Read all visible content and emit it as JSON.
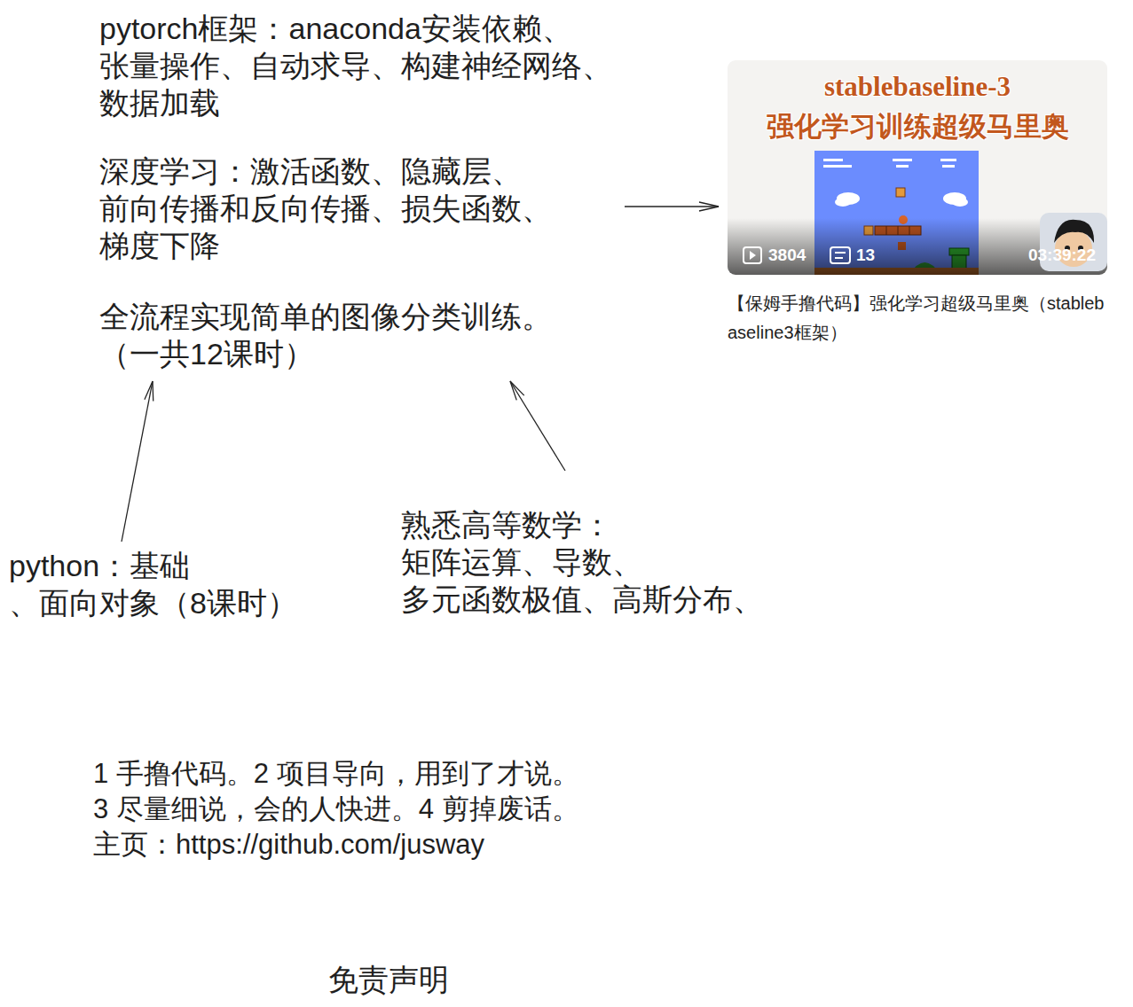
{
  "diagram": {
    "nodes": [
      {
        "text": [
          "pytorch框架：anaconda安装依赖、 张量操作、自动求导、构建神经网络、 数据加载",
          "深度学习：激活函数、隐藏层、 前向传播和反向传播、损失函数、 梯度下降",
          "全流程实现简单的图像分类训练。 （一共12课时）"
        ]
      },
      {
        "text": [
          "stablebaseline-3 强化学习训练超级马里奥",
          "3804",
          "13",
          "03:39:22",
          "【保姆手撸代码】强化学习超级马里奥（stablebaseline3框架）"
        ]
      },
      {
        "text": [
          "python：基础 、面向对象（8课时）"
        ]
      },
      {
        "text": [
          "熟悉高等数学： 矩阵运算、导数、 多元函数极值、高斯分布、"
        ]
      }
    ],
    "edges": [
      {
        "from": 0,
        "to": 1,
        "arrow": "to"
      },
      {
        "from": 2,
        "to": 0,
        "arrow": "to"
      },
      {
        "from": 3,
        "to": 0,
        "arrow": "to"
      }
    ],
    "labels": [
      "1 手撸代码。2 项目导向，用到了才说。 3 尽量细说，会的人快进。4 剪掉废话。 主页：https://github.com/jusway",
      "免责声明"
    ]
  }
}
